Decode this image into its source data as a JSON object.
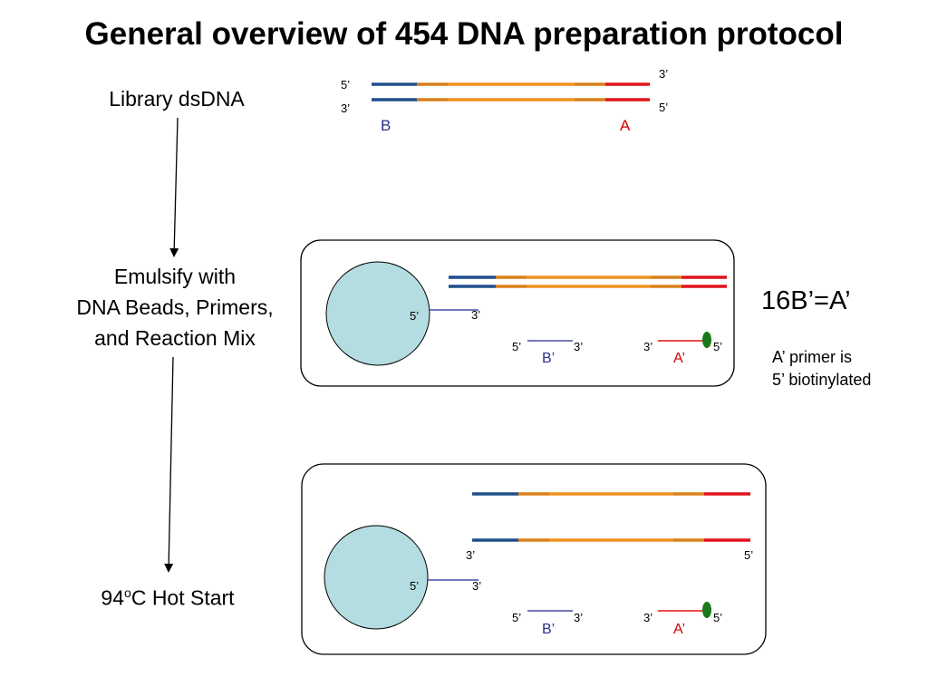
{
  "title": "General overview of 454 DNA preparation protocol",
  "steps": {
    "library": "Library dsDNA",
    "emulsify_line1": "Emulsify with",
    "emulsify_line2": "DNA Beads, Primers,",
    "emulsify_line3": "and Reaction Mix",
    "hotstart_prefix": "94",
    "hotstart_sup": "o",
    "hotstart_suffix": "C Hot Start"
  },
  "equation": "16B’=A’",
  "primer_note": {
    "line1": "A’ primer is",
    "line2": "5’ biotinylated"
  },
  "labels": {
    "five_prime": "5’",
    "three_prime": "3’",
    "adapter_b": "B",
    "adapter_a": "A",
    "primer_b": "B’",
    "primer_a": "A’"
  },
  "colors": {
    "adapter_b": "#1f4e8c",
    "insert": "#f0921e",
    "insert_edge": "#d9801a",
    "adapter_a": "#e0121b",
    "bead": "#b3dde0",
    "biotin": "#1a7a1a",
    "label_b": "#2e2e8f",
    "label_a": "#d40000",
    "primer_b": "#4a4aa8",
    "primer_a": "#e01010"
  }
}
